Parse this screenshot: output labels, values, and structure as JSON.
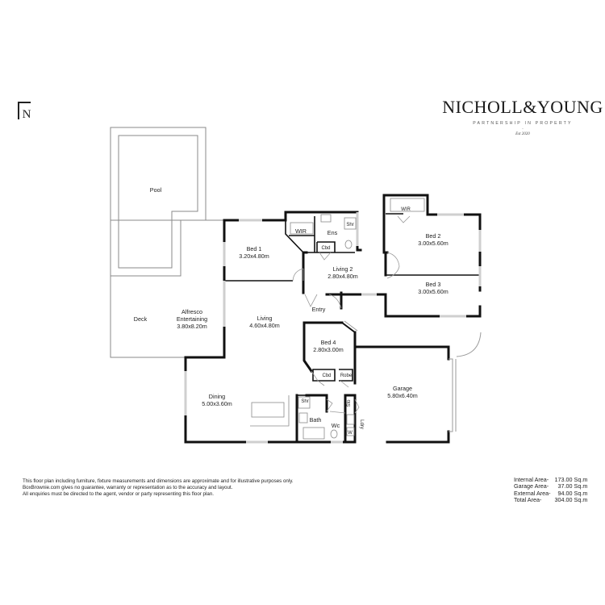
{
  "brand": {
    "name": "NICHOLL&YOUNG",
    "tagline": "PARTNERSHIP IN PROPERTY",
    "established": "Est 2020"
  },
  "north_arrow": {
    "icon": "north-arrow-icon",
    "letter": "N"
  },
  "rooms": {
    "pool": {
      "name": "Pool"
    },
    "deck": {
      "name": "Deck"
    },
    "alfresco": {
      "name_line1": "Alfresco",
      "name_line2": "Entertaining",
      "dims": "3.80x8.20m"
    },
    "bed1": {
      "name": "Bed 1",
      "dims": "3.20x4.80m"
    },
    "wir1": {
      "name": "WIR"
    },
    "ens": {
      "name": "Ens"
    },
    "shr_ens": {
      "name": "Shr"
    },
    "cbd_ens": {
      "name": "Cbd"
    },
    "living2": {
      "name": "Living 2",
      "dims": "2.80x4.80m"
    },
    "wir2": {
      "name": "WIR"
    },
    "bed2": {
      "name": "Bed 2",
      "dims": "3.00x5.60m"
    },
    "bed3": {
      "name": "Bed 3",
      "dims": "3.00x5.60m"
    },
    "entry": {
      "name": "Entry"
    },
    "living": {
      "name": "Living",
      "dims": "4.60x4.80m"
    },
    "bed4": {
      "name": "Bed 4",
      "dims": "2.80x3.00m"
    },
    "cbd_bed4": {
      "name": "Cbd"
    },
    "robe": {
      "name": "Robe"
    },
    "dining": {
      "name": "Dining",
      "dims": "5.00x3.60m"
    },
    "shr_bath": {
      "name": "Shr"
    },
    "bath": {
      "name": "Bath"
    },
    "wc": {
      "name": "Wc"
    },
    "sto": {
      "name": "Sto"
    },
    "ldry": {
      "name": "Ldry"
    },
    "w": {
      "name": "W"
    },
    "garage": {
      "name": "Garage",
      "dims": "5.80x6.40m"
    }
  },
  "disclaimer": {
    "line1": "This floor plan including furniture, fixture measurements and dimensions are approximate and for illustrative purposes only.",
    "line2": "BoxBrownie.com gives no guarantee, warranty or representation as to the accuracy and layout.",
    "line3": "All enquiries must be directed to the agent, vendor or party representing this floor plan."
  },
  "areas": [
    {
      "label": "Internal Area-",
      "value": "173.00 Sq.m"
    },
    {
      "label": "Garage Area-",
      "value": "37.00 Sq.m"
    },
    {
      "label": "External Area-",
      "value": "94.00 Sq.m"
    },
    {
      "label": "Total Area-",
      "value": "304.00 Sq.m"
    }
  ],
  "colors": {
    "wall": "#111111",
    "thin_line": "#888888",
    "window": "#cfcfcf",
    "text": "#222222"
  }
}
